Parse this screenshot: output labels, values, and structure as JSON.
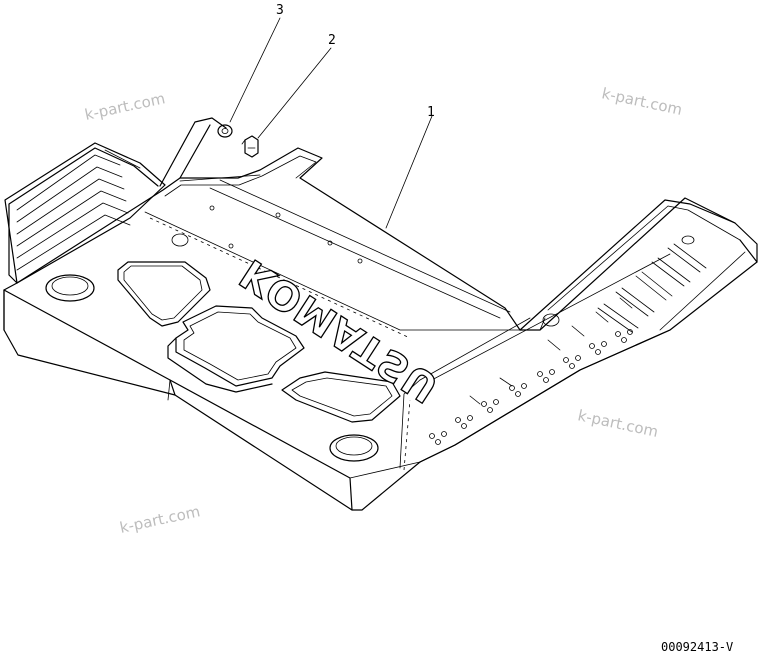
{
  "callouts": [
    {
      "label": "1"
    },
    {
      "label": "2"
    },
    {
      "label": "3"
    }
  ],
  "logo_text": "KOMATSU",
  "watermarks": [
    "k-part.com",
    "k-part.com",
    "k-part.com",
    "k-part.com"
  ],
  "drawing_code": "00092413-V"
}
